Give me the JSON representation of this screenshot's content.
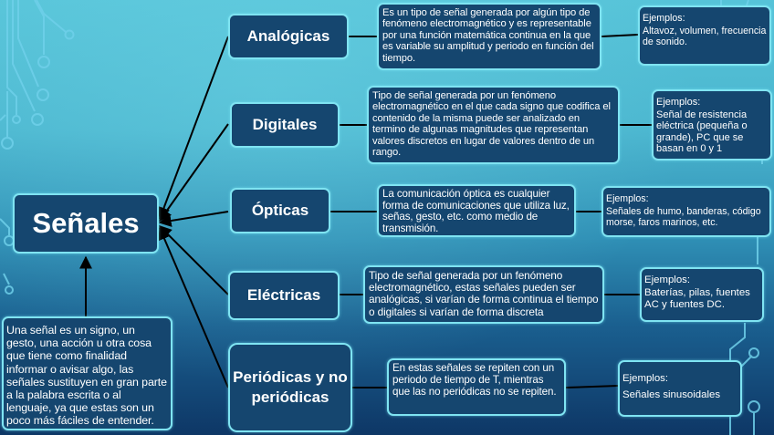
{
  "main": {
    "title": "Señales",
    "definition": "Una señal es un signo, un gesto, una acción u otra cosa que tiene como finalidad informar o avisar algo, las señales sustituyen en gran parte a la palabra escrita o al lenguaje, ya que estas son un poco más fáciles de entender."
  },
  "categories": [
    {
      "label": "Analógicas",
      "description": "Es un tipo de señal generada por algún tipo de fenómeno electromagnético y es representable por una función matemática continua en la que es variable su amplitud y periodo en función del tiempo.",
      "examples_heading": "Ejemplos:",
      "examples": "Altavoz, volumen, frecuencia de sonido."
    },
    {
      "label": "Digitales",
      "description": "Tipo de señal generada por un fenómeno electromagnético en el que cada signo que codifica el contenido de la misma puede ser analizado en termino de algunas magnitudes que representan valores discretos en lugar de valores dentro de un rango.",
      "examples_heading": "Ejemplos:",
      "examples": "Señal de resistencia eléctrica (pequeña o grande), PC que se basan en 0 y 1"
    },
    {
      "label": "Ópticas",
      "description": "La comunicación óptica es cualquier forma de comunicaciones que utiliza luz, señas, gesto, etc. como medio de transmisión.",
      "examples_heading": "Ejemplos:",
      "examples": "Señales de humo, banderas, código morse, faros marinos, etc."
    },
    {
      "label": "Eléctricas",
      "description": "Tipo de señal generada por un fenómeno electromagnético, estas señales pueden ser analógicas, si varían de forma continua el tiempo o digitales si varían de forma discreta",
      "examples_heading": "Ejemplos:",
      "examples": "Baterías, pilas, fuentes AC y fuentes DC."
    },
    {
      "label": "Periódicas y no periódicas",
      "description": "En estas señales se repiten con un periodo de tiempo de T, mientras que las no periódicas no se repiten.",
      "examples_heading": "Ejemplos:",
      "examples": "Señales sinusoidales"
    }
  ],
  "colors": {
    "box_fill": "#15466f",
    "box_border": "#7fe4f2",
    "text": "#ffffff",
    "connector": "#000000",
    "bg_top": "#56c3d8",
    "bg_bottom": "#0e3766"
  }
}
